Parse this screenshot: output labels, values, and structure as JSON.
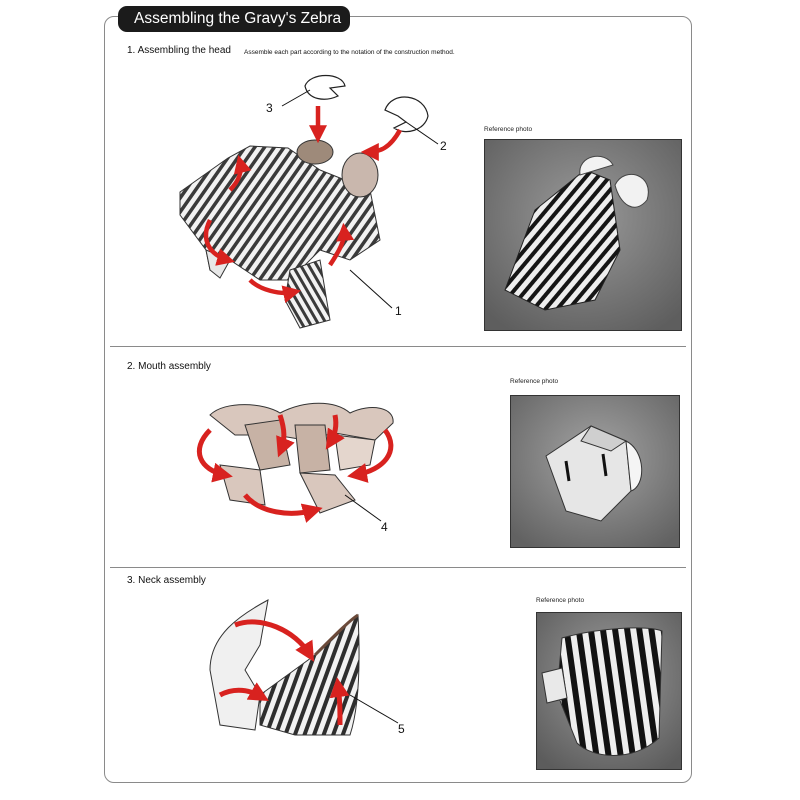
{
  "document": {
    "title": "Assembling the Gravy's Zebra"
  },
  "sections": [
    {
      "heading": "1. Assembling the head",
      "note": "Assemble each part according to the notation of the construction method.",
      "reference_label": "Reference photo",
      "callouts": [
        "3",
        "2",
        "1"
      ]
    },
    {
      "heading": "2. Mouth assembly",
      "reference_label": "Reference photo",
      "callouts": [
        "4"
      ]
    },
    {
      "heading": "3. Neck assembly",
      "reference_label": "Reference photo",
      "callouts": [
        "5"
      ]
    }
  ]
}
